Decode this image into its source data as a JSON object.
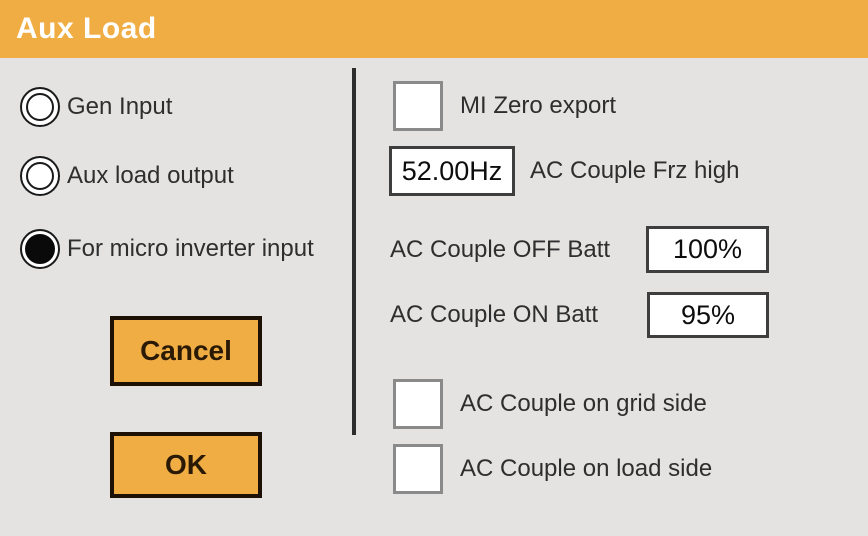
{
  "header": {
    "title": "Aux Load"
  },
  "colors": {
    "accent_orange": "#f0ad44",
    "body_background": "#e4e3e2",
    "divider": "#2d2d2d"
  },
  "radios": [
    {
      "label": "Gen Input",
      "selected": false
    },
    {
      "label": "Aux load output",
      "selected": false
    },
    {
      "label": "For micro inverter input",
      "selected": true
    }
  ],
  "buttons": {
    "cancel_label": "Cancel",
    "ok_label": "OK"
  },
  "right_panel": {
    "mi_zero_export": {
      "label": "MI Zero export",
      "checked": false
    },
    "frz_high": {
      "value": "52.00Hz",
      "label": "AC Couple Frz high"
    },
    "off_batt": {
      "label": "AC Couple OFF Batt",
      "value": "100%"
    },
    "on_batt": {
      "label": "AC Couple ON Batt",
      "value": "95%"
    },
    "grid_side": {
      "label": "AC Couple on grid side",
      "checked": false
    },
    "load_side": {
      "label": "AC Couple on load side",
      "checked": false
    }
  }
}
